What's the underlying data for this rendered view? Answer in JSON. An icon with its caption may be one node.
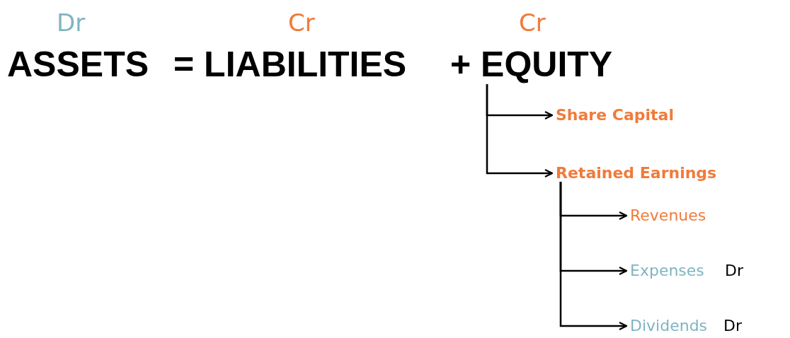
{
  "diagram": {
    "nodes": [
      {
        "text": [
          "+ EQUITY"
        ],
        "beside": [
          "Cr"
        ]
      },
      {
        "text": [
          "Share Capital"
        ]
      },
      {
        "text": [
          "Retained Earnings"
        ]
      },
      {
        "text": [
          "Revenues"
        ]
      },
      {
        "text": [
          "Expenses"
        ],
        "beside": [
          "Dr"
        ]
      },
      {
        "text": [
          "Dividends"
        ],
        "beside": [
          "Dr"
        ]
      }
    ],
    "edges": [
      {
        "from": 0,
        "to": 1,
        "arrow": "to"
      },
      {
        "from": 0,
        "to": 2,
        "arrow": "to"
      },
      {
        "from": 2,
        "to": 3,
        "arrow": "to"
      },
      {
        "from": 2,
        "to": 4,
        "arrow": "to"
      },
      {
        "from": 2,
        "to": 5,
        "arrow": "to"
      }
    ],
    "labels": [
      "Dr",
      "Cr",
      "ASSETS",
      "= LIABILITIES"
    ]
  }
}
